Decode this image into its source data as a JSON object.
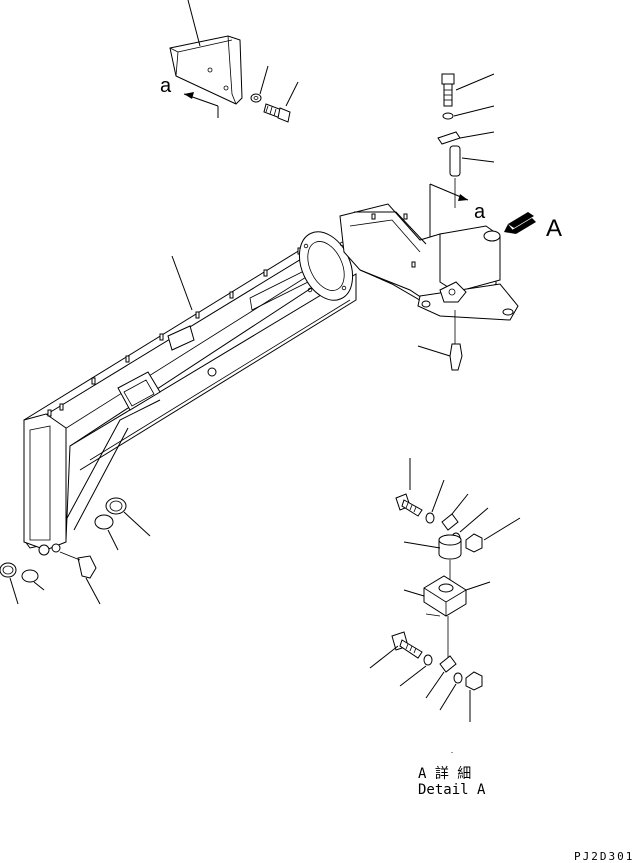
{
  "view_labels": {
    "view_a_lower": "a",
    "view_a_arrow": "a",
    "detail_view": "A"
  },
  "caption": {
    "jp": "A 詳 細",
    "en": "Detail A"
  },
  "drawing_code": "PJ2D301"
}
